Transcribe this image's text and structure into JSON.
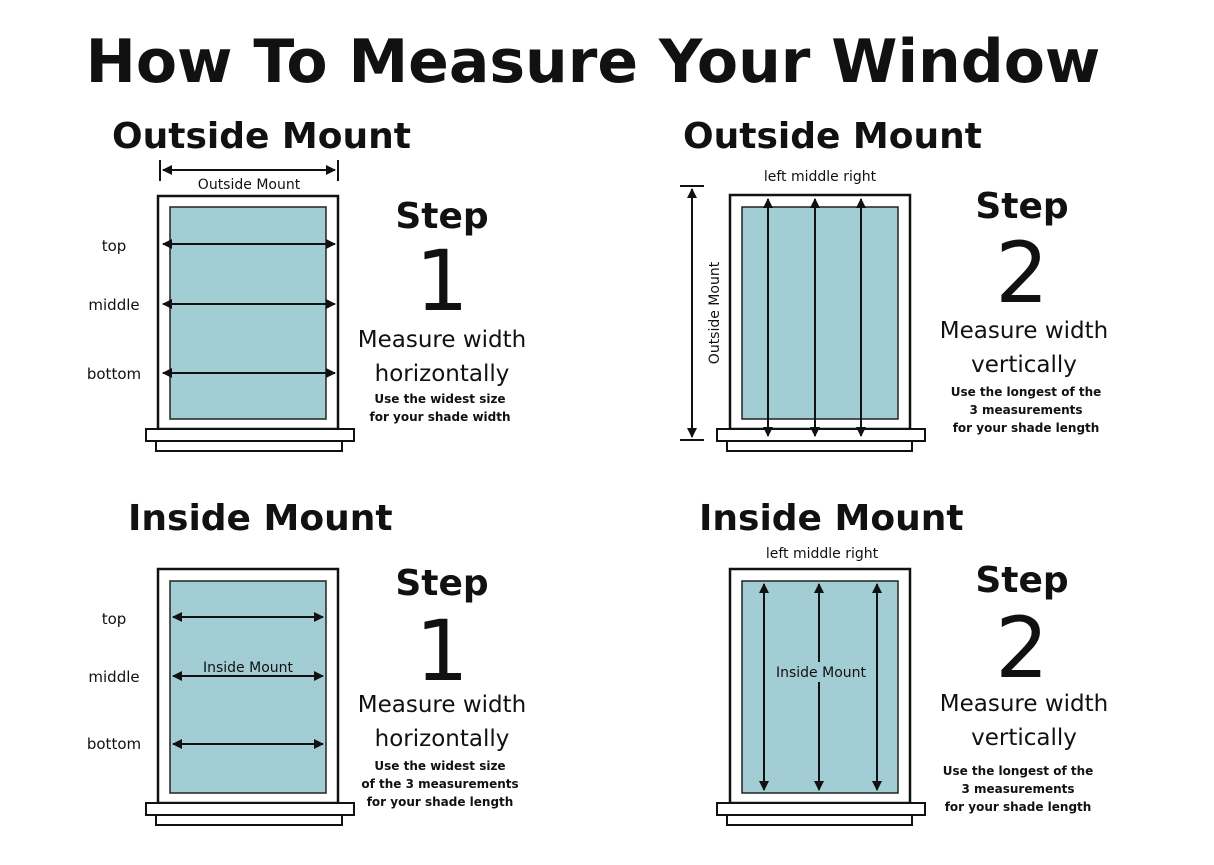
{
  "title": "How To Measure Your Window",
  "colors": {
    "glass": "#a3cdd4",
    "ink": "#111111",
    "background": "#ffffff"
  },
  "panels": [
    {
      "heading": "Outside Mount",
      "dimension_label": "Outside Mount",
      "positions": [
        "top",
        "middle",
        "bottom"
      ],
      "step_word": "Step",
      "step_number": "1",
      "instruction": [
        "Measure width",
        "horizontally"
      ],
      "note": [
        "Use the widest size",
        "for your shade width"
      ]
    },
    {
      "heading": "Outside Mount",
      "dimension_label": "Outside Mount",
      "positions_line": "left middle  right",
      "step_word": "Step",
      "step_number": "2",
      "instruction": [
        "Measure width",
        "vertically"
      ],
      "note": [
        "Use the longest of the",
        "3 measurements",
        "for your shade length"
      ]
    },
    {
      "heading": "Inside Mount",
      "dimension_label": "Inside Mount",
      "positions": [
        "top",
        "middle",
        "bottom"
      ],
      "step_word": "Step",
      "step_number": "1",
      "instruction": [
        "Measure width",
        "horizontally"
      ],
      "note": [
        "Use the widest size",
        "of the 3 measurements",
        "for your shade length"
      ]
    },
    {
      "heading": "Inside Mount",
      "dimension_label": "Inside Mount",
      "positions_line": "left  middle   right",
      "step_word": "Step",
      "step_number": "2",
      "instruction": [
        "Measure width",
        "vertically"
      ],
      "note": [
        "Use the longest of the",
        "3 measurements",
        "for your shade length"
      ]
    }
  ]
}
